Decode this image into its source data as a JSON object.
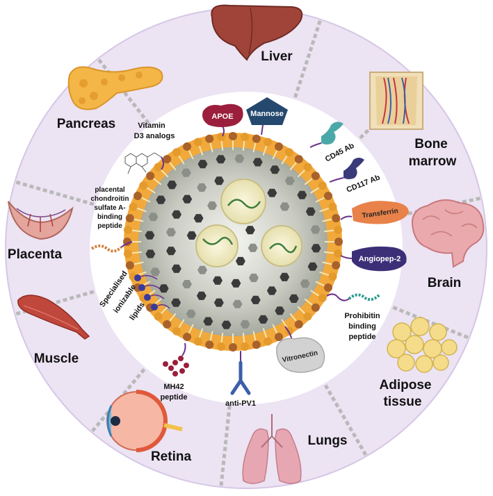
{
  "organs": {
    "liver": "Liver",
    "pancreas": "Pancreas",
    "bone_marrow_line1": "Bone",
    "bone_marrow_line2": "marrow",
    "brain": "Brain",
    "adipose_line1": "Adipose",
    "adipose_line2": "tissue",
    "lungs": "Lungs",
    "retina": "Retina",
    "muscle": "Muscle",
    "placenta": "Placenta"
  },
  "ligands": {
    "apoe": "APOE",
    "mannose": "Mannose",
    "vitamin_d3_line1": "Vitamin",
    "vitamin_d3_line2": "D3 analogs",
    "cd45": "CD45 Ab",
    "cd117": "CD117 Ab",
    "transferrin": "Transferrin",
    "angiopep": "Angiopep-2",
    "prohibitin_line1": "Prohibitin",
    "prohibitin_line2": "binding",
    "prohibitin_line3": "peptide",
    "vitronectin": "Vitronectin",
    "anti_pv1": "anti-PV1",
    "mh42_line1": "MH42",
    "mh42_line2": "peptide",
    "lipids_line1": "Specialised",
    "lipids_line2": "ionizable",
    "lipids_line3": "lipids",
    "placental_line1": "placental",
    "placental_line2": "chondroitin",
    "placental_line3": "sulfate A-",
    "placental_line4": "binding",
    "placental_line5": "peptide"
  },
  "colors": {
    "ring": "#ece3f3",
    "ring_border": "#d6c6e6",
    "divider": "#b9b9b9",
    "shell": "#f2a93b",
    "core": "#c9cbc4",
    "linker": "#6a2f8a",
    "apoe": "#9b1f3c",
    "mannose": "#25486e",
    "teal": "#4aa9a8",
    "navy": "#3a3a7a",
    "transferrin": "#e8824a",
    "angiopep": "#3c2f78"
  }
}
